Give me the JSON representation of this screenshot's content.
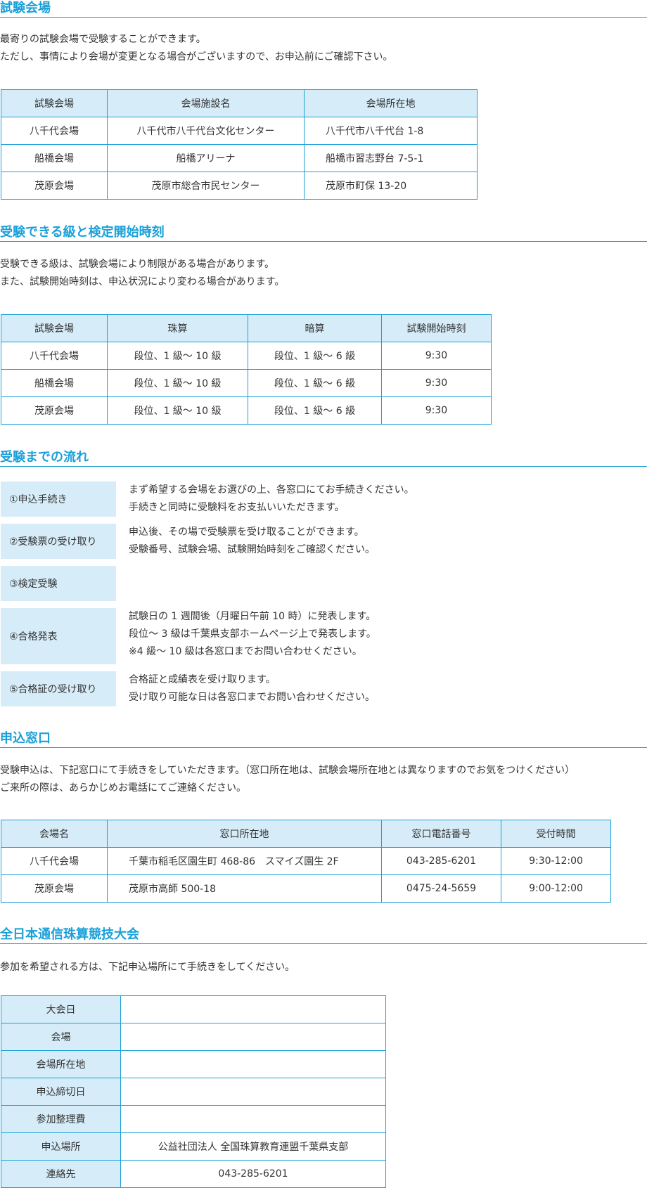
{
  "venues": {
    "title": "試験会場",
    "intro": [
      "最寄りの試験会場で受験することができます。",
      "ただし、事情により会場が変更となる場合がございますので、お申込前にご確認下さい。"
    ],
    "headers": [
      "試験会場",
      "会場施設名",
      "会場所在地"
    ],
    "rows": [
      [
        "八千代会場",
        "八千代市八千代台文化センター",
        "八千代市八千代台 1-8"
      ],
      [
        "船橋会場",
        "船橋アリーナ",
        "船橋市習志野台 7-5-1"
      ],
      [
        "茂原会場",
        "茂原市総合市民センター",
        "茂原市町保 13-20"
      ]
    ]
  },
  "grades": {
    "title": "受験できる級と検定開始時刻",
    "intro": [
      "受験できる級は、試験会場により制限がある場合があります。",
      "また、試験開始時刻は、申込状況により変わる場合があります。"
    ],
    "headers": [
      "試験会場",
      "珠算",
      "暗算",
      "試験開始時刻"
    ],
    "rows": [
      [
        "八千代会場",
        "段位、1 級～ 10 級",
        "段位、1 級～ 6 級",
        "9:30"
      ],
      [
        "船橋会場",
        "段位、1 級～ 10 級",
        "段位、1 級～ 6 級",
        "9:30"
      ],
      [
        "茂原会場",
        "段位、1 級～ 10 級",
        "段位、1 級～ 6 級",
        "9:30"
      ]
    ]
  },
  "flow": {
    "title": "受験までの流れ",
    "steps": [
      {
        "label": "①申込手続き",
        "lines": [
          "まず希望する会場をお選びの上、各窓口にてお手続きください。",
          "手続きと同時に受験料をお支払いいただきます。"
        ]
      },
      {
        "label": "②受験票の受け取り",
        "lines": [
          "申込後、その場で受験票を受け取ることができます。",
          "受験番号、試験会場、試験開始時刻をご確認ください。"
        ]
      },
      {
        "label": "③検定受験",
        "lines": []
      },
      {
        "label": "④合格発表",
        "lines": [
          "試験日の 1 週間後（月曜日午前 10 時）に発表します。",
          "段位～ 3 級は千葉県支部ホームページ上で発表します。",
          "※4 級～ 10 級は各窓口までお問い合わせください。"
        ]
      },
      {
        "label": "⑤合格証の受け取り",
        "lines": [
          "合格証と成績表を受け取ります。",
          "受け取り可能な日は各窓口までお問い合わせください。"
        ]
      }
    ]
  },
  "windows": {
    "title": "申込窓口",
    "intro": [
      "受験申込は、下記窓口にて手続きをしていただきます。（窓口所在地は、試験会場所在地とは異なりますのでお気をつけください）",
      "ご来所の際は、あらかじめお電話にてご連絡ください。"
    ],
    "headers": [
      "会場名",
      "窓口所在地",
      "窓口電話番号",
      "受付時間"
    ],
    "rows": [
      [
        "八千代会場",
        "千葉市稲毛区園生町 468-86　スマイズ園生 2F",
        "043-285-6201",
        "9:30-12:00"
      ],
      [
        "茂原会場",
        "茂原市高師 500-18",
        "0475-24-5659",
        "9:00-12:00"
      ]
    ]
  },
  "contest": {
    "title": "全日本通信珠算競技大会",
    "intro": [
      "参加を希望される方は、下記申込場所にて手続きをしてください。"
    ],
    "rows": [
      {
        "label": "大会日",
        "value": ""
      },
      {
        "label": "会場",
        "value": ""
      },
      {
        "label": "会場所在地",
        "value": ""
      },
      {
        "label": "申込締切日",
        "value": ""
      },
      {
        "label": "参加整理費",
        "value": ""
      },
      {
        "label": "申込場所",
        "value": "公益社団法人 全国珠算教育連盟千葉県支部"
      },
      {
        "label": "連絡先",
        "value": "043-285-6201"
      }
    ]
  },
  "colors": {
    "accent": "#1aa0d8",
    "header_bg": "#d6ecf8",
    "text": "#333333"
  }
}
